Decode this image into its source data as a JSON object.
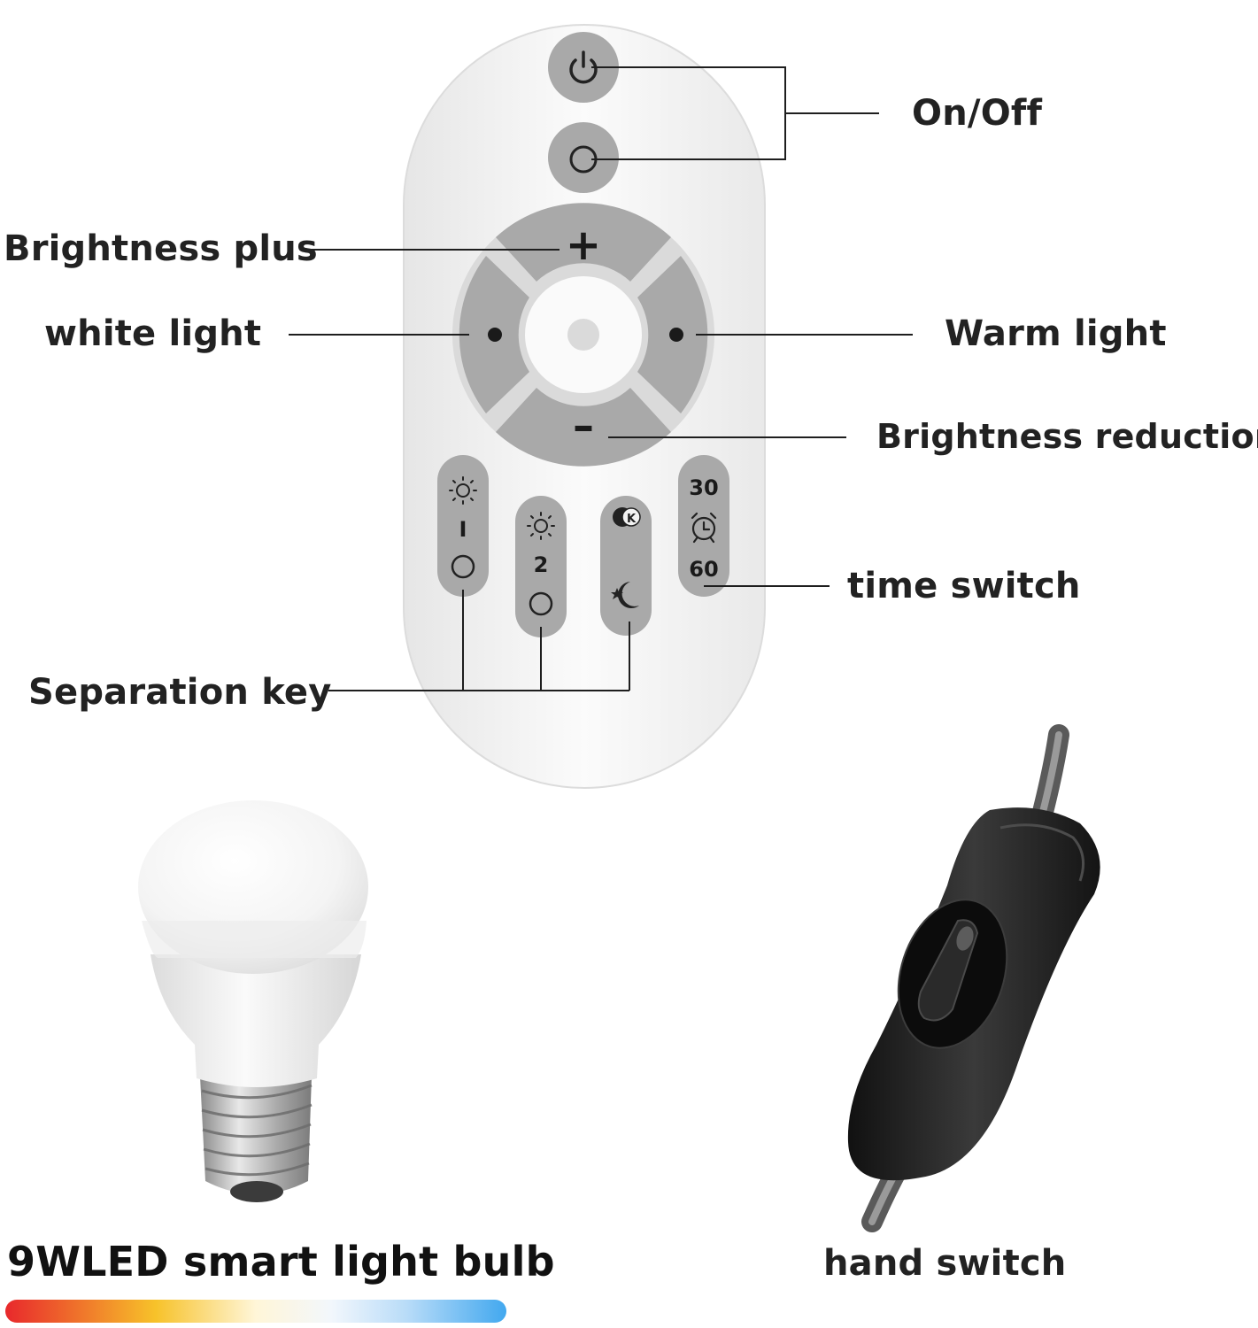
{
  "labels": {
    "on_off": "On/Off",
    "brightness_plus": "Brightness plus",
    "white_light": "white light",
    "warm_light": "Warm light",
    "brightness_reduction": "Brightness reduction",
    "time_switch": "time switch",
    "separation_key": "Separation key",
    "bulb": "9WLED smart light bulb",
    "hand_switch": "hand switch"
  },
  "remote_keys": {
    "plus": "+",
    "minus": "–",
    "scene_1": "I",
    "scene_2": "2",
    "timer_30": "30",
    "timer_60": "60",
    "kelvin": "K"
  },
  "icons": [
    "power-icon",
    "circle-icon",
    "sun-icon",
    "moon-star-icon",
    "alarm-clock-icon",
    "kelvin-icon"
  ],
  "colors": {
    "remote_body": "#f4f4f4",
    "button_gray": "#a9a9a9",
    "leader_line": "#1e1e1e",
    "gradient": [
      "#e8282c",
      "#f7c22a",
      "#fff6d8",
      "#ffffff",
      "#d7ecff",
      "#42a8ef"
    ]
  }
}
